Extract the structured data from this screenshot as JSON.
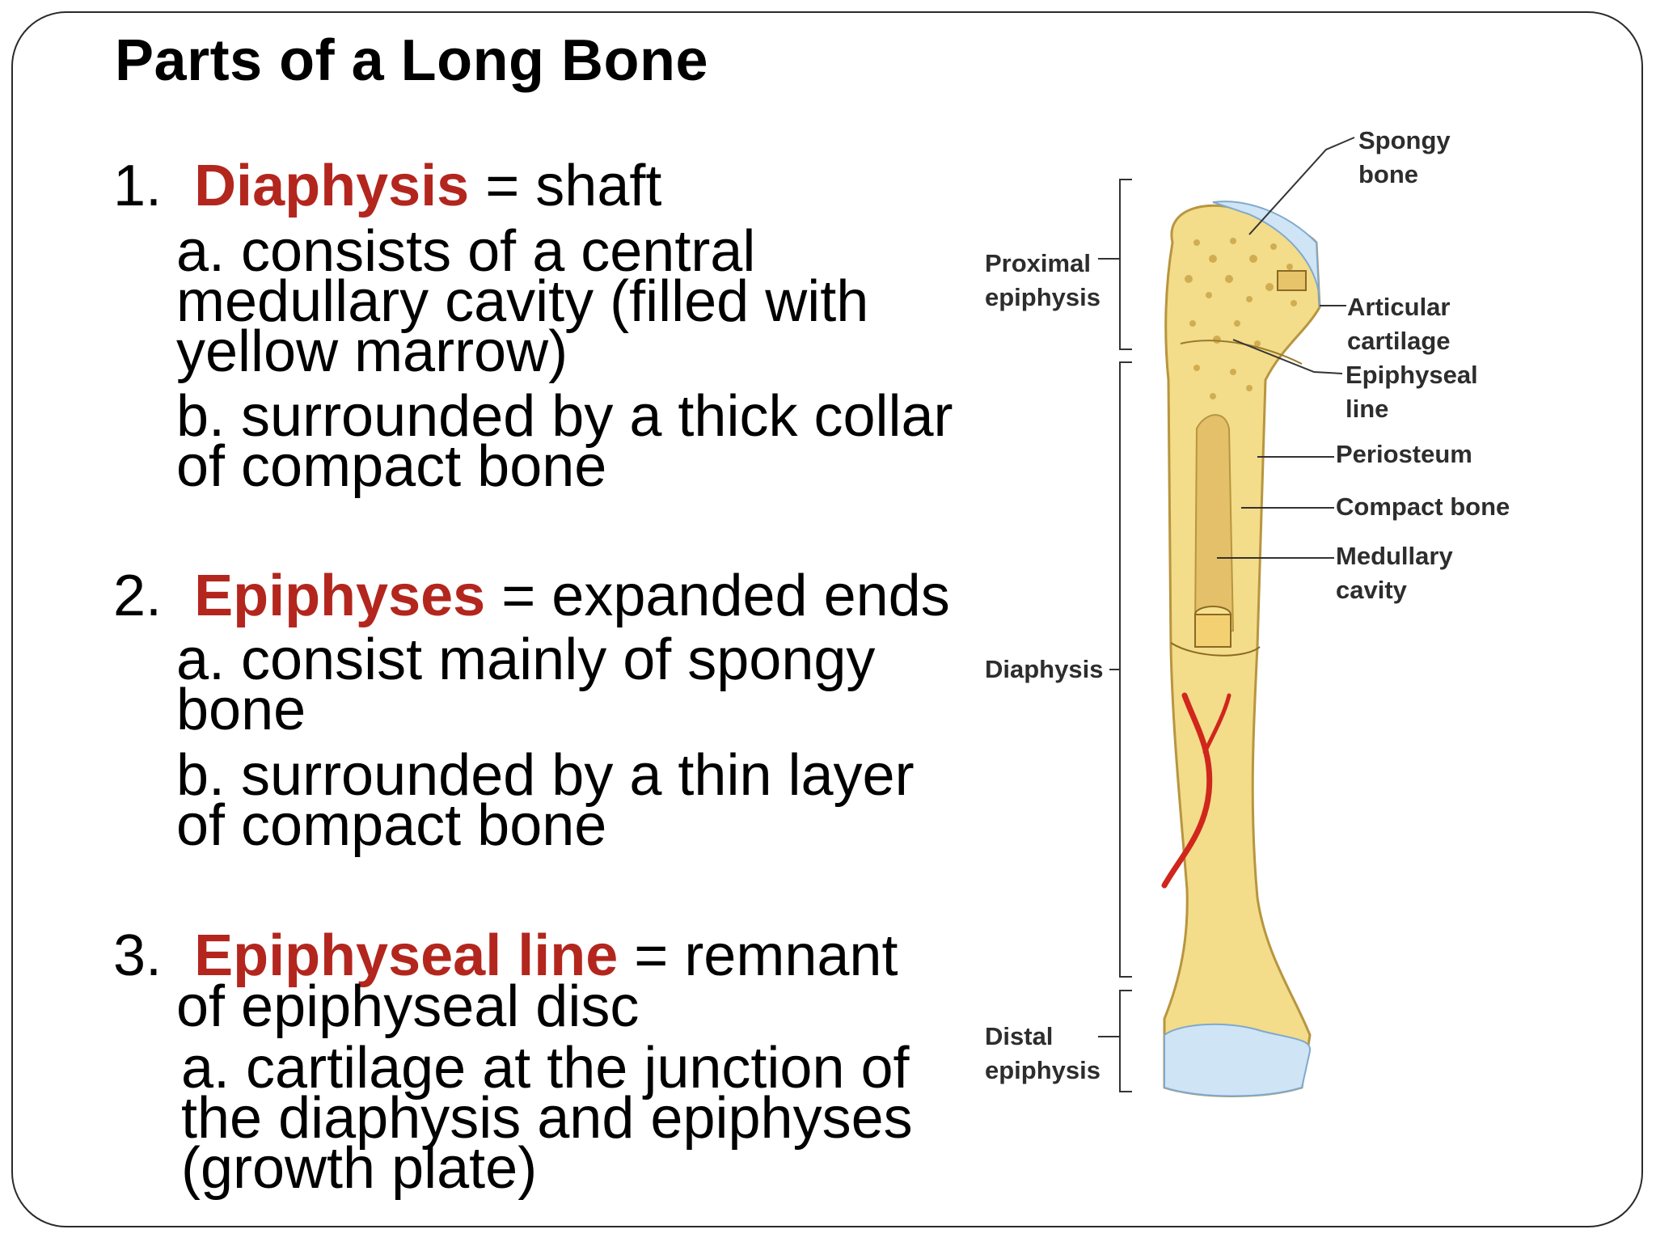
{
  "title": "Parts of a Long Bone",
  "items": [
    {
      "number": "1.",
      "term": "Diaphysis",
      "definition": "=  shaft",
      "subs": [
        "a.  consists of a central medullary cavity (filled with yellow marrow)",
        "b.  surrounded by a thick collar of compact bone"
      ]
    },
    {
      "number": "2.",
      "term": "Epiphyses",
      "definition": "= expanded ends",
      "subs": [
        "a.  consist mainly of spongy bone",
        "b.  surrounded by a thin layer of compact bone"
      ]
    },
    {
      "number": "3.",
      "term": "Epiphyseal line",
      "definition": "= remnant",
      "continuation": "of  epiphyseal disc",
      "subs": [
        "a.  cartilage at the junction of the diaphysis and epiphyses (growth plate)"
      ]
    }
  ],
  "diagram": {
    "left_labels": {
      "proximal_1": "Proximal",
      "proximal_2": "epiphysis",
      "diaphysis": "Diaphysis",
      "distal_1": "Distal",
      "distal_2": "epiphysis"
    },
    "right_labels": {
      "spongy_1": "Spongy",
      "spongy_2": "bone",
      "articular_1": "Articular",
      "articular_2": "cartilage",
      "epiphyseal_1": "Epiphyseal",
      "epiphyseal_2": "line",
      "periosteum": "Periosteum",
      "compact": "Compact bone",
      "medullary_1": "Medullary",
      "medullary_2": "cavity"
    },
    "colors": {
      "bone": "#f3dc8a",
      "bone_shade": "#d9b95a",
      "cartilage": "#cfe4f5",
      "vessel": "#d0261c"
    }
  }
}
